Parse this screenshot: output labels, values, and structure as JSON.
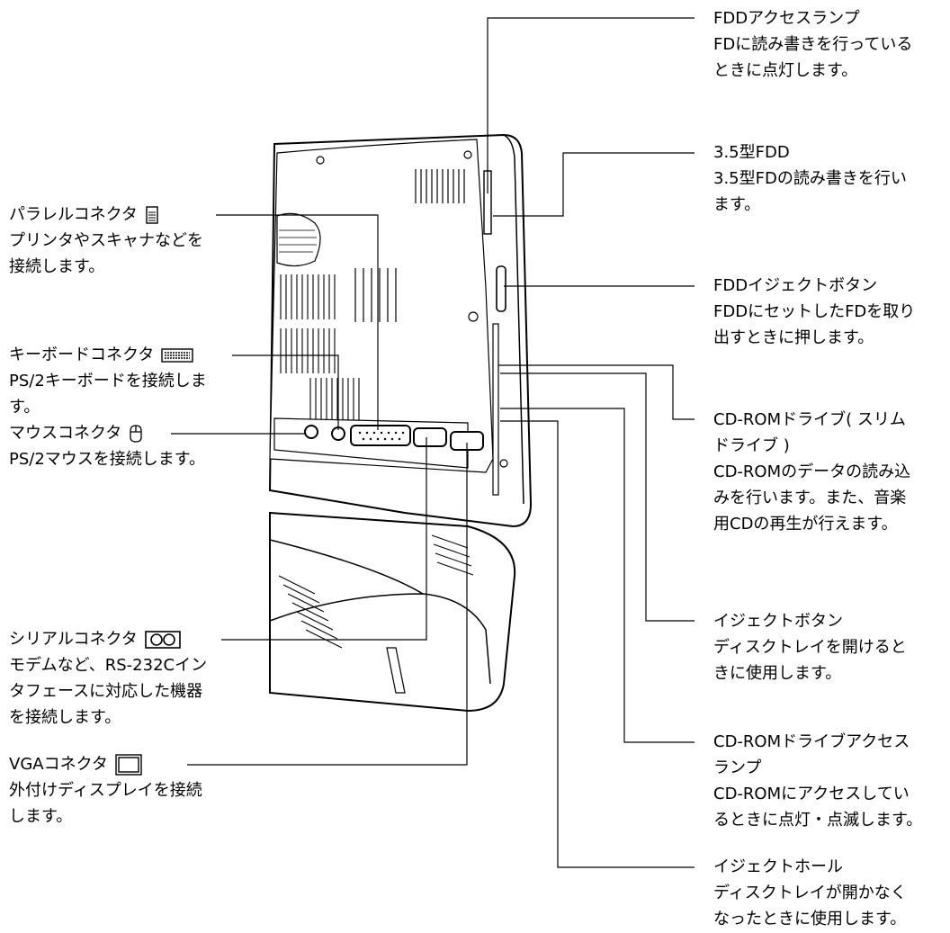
{
  "left_labels": [
    {
      "title": "パラレルコネクタ",
      "icon": "parallel-port-icon",
      "lines": [
        "プリンタやスキャナなどを",
        "接続します。"
      ]
    },
    {
      "title": "キーボードコネクタ",
      "icon": "keyboard-icon",
      "lines": [
        "PS/2キーボードを接続しま",
        "す。"
      ]
    },
    {
      "title": "マウスコネクタ",
      "icon": "mouse-icon",
      "lines": [
        "PS/2マウスを接続します。"
      ]
    },
    {
      "title": "シリアルコネクタ",
      "icon": "serial-port-icon",
      "lines": [
        "モデムなど、RS-232Cイン",
        "タフェースに対応した機器",
        "を接続します。"
      ]
    },
    {
      "title": "VGAコネクタ",
      "icon": "vga-port-icon",
      "lines": [
        "外付けディスプレイを接続",
        "します。"
      ]
    }
  ],
  "right_labels": [
    {
      "title": "FDDアクセスランプ",
      "lines": [
        "FDに読み書きを行っている",
        "ときに点灯します。"
      ]
    },
    {
      "title": "3.5型FDD",
      "lines": [
        "3.5型FDの読み書きを行い",
        "ます。"
      ]
    },
    {
      "title": "FDDイジェクトボタン",
      "lines": [
        "FDDにセットしたFDを取り",
        "出すときに押します。"
      ]
    },
    {
      "title": "CD-ROMドライブ( スリム",
      "lines": [
        "ドライブ )",
        "CD-ROMのデータの読み込",
        "みを行います。また、音楽",
        "用CDの再生が行えます。"
      ]
    },
    {
      "title": "イジェクトボタン",
      "lines": [
        "ディスクトレイを開けると",
        "きに使用します。"
      ]
    },
    {
      "title": "CD-ROMドライブアクセス",
      "lines": [
        "ランプ",
        "CD-ROMにアクセスしてい",
        "るときに点灯・点滅します。"
      ]
    },
    {
      "title": "イジェクトホール",
      "lines": [
        "ディスクトレイが開かなく",
        "なったときに使用します。"
      ]
    }
  ]
}
